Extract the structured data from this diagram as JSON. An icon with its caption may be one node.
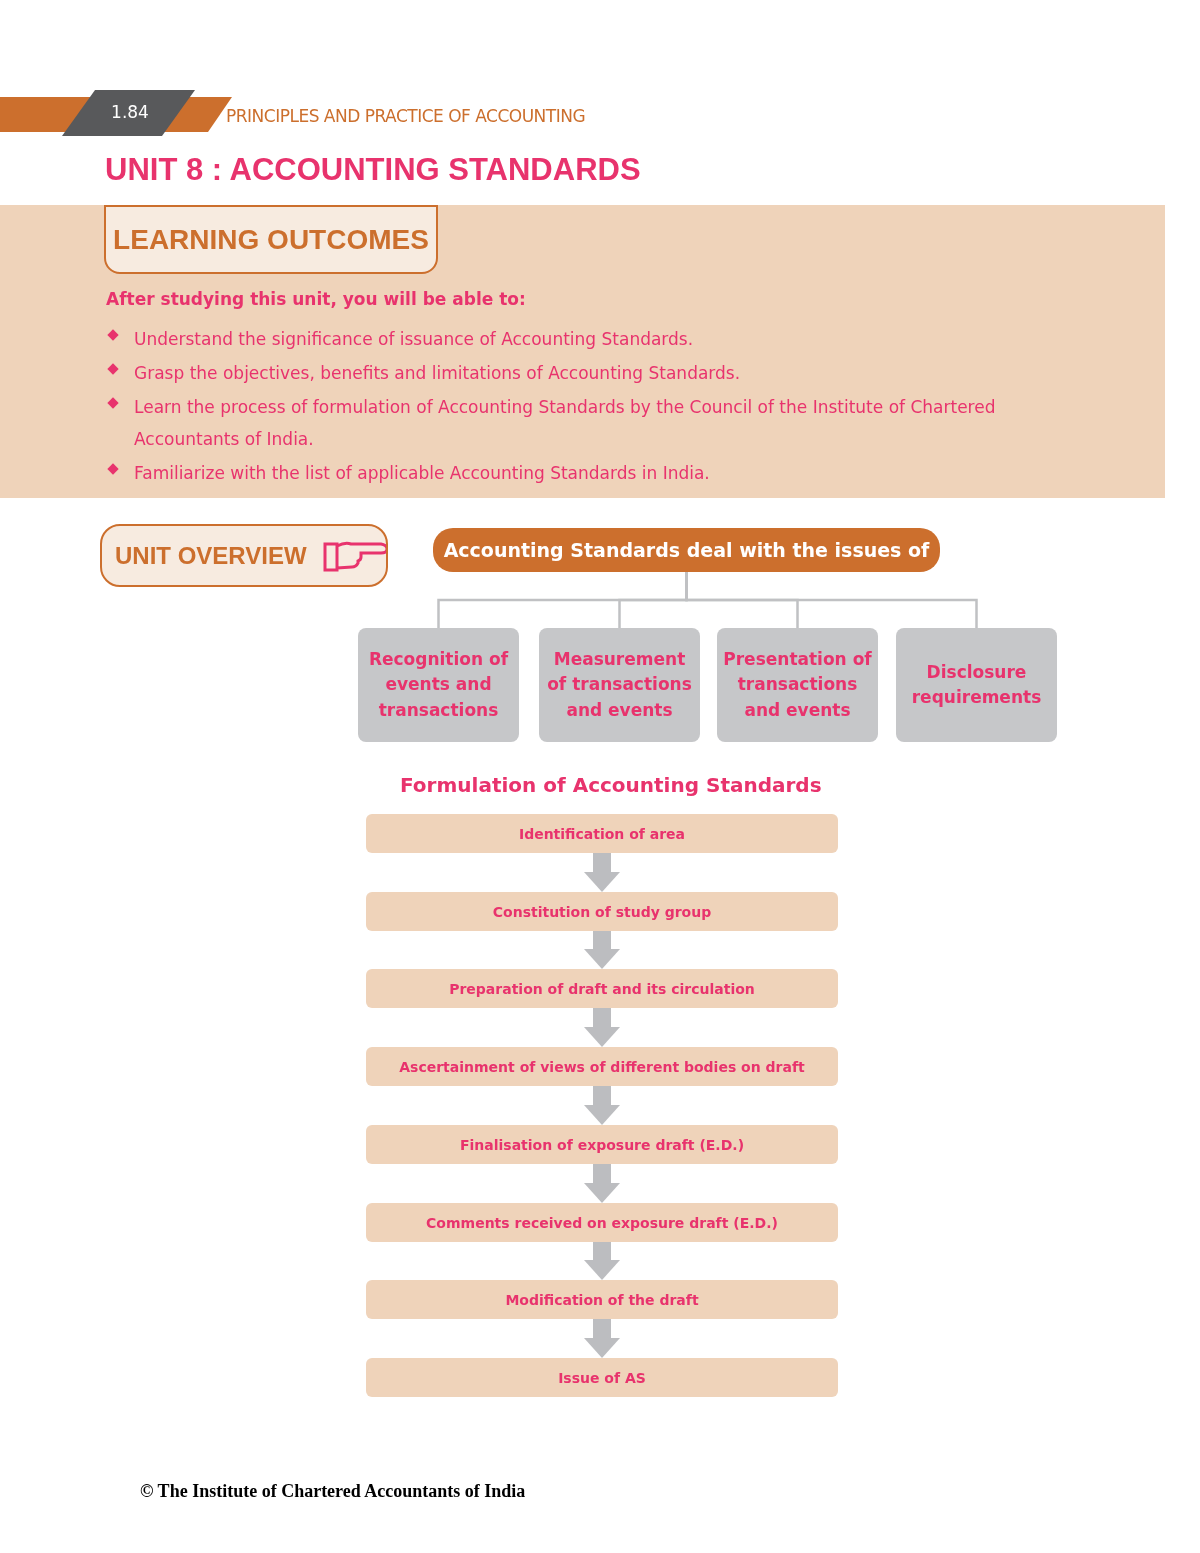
{
  "diagram": {
    "title": "UNIT 8 : ACCOUNTING STANDARDS",
    "nodes": [
      {
        "text": [
          "After studying this unit, you will be able to:",
          "Understand the significance of issuance of Accounting Standards.",
          "Grasp the objectives, benefits and limitations of Accounting Standards.",
          "Learn the process of formulation of Accounting Standards by the Council of the Institute of Chartered Accountants of India.",
          "Familiarize with the list of applicable Accounting Standards in India."
        ]
      },
      {
        "text": [
          "LEARNING OUTCOMES"
        ],
        "in": 0
      },
      {
        "text": [
          "UNIT OVERVIEW"
        ]
      },
      {
        "text": [
          "Accounting Standards deal with the issues of"
        ]
      },
      {
        "text": [
          "Recognition of events and transactions"
        ]
      },
      {
        "text": [
          "Measurement of transactions and events"
        ]
      },
      {
        "text": [
          "Presentation of transactions and events"
        ]
      },
      {
        "text": [
          "Disclosure requirements"
        ]
      },
      {
        "text": [
          "Identification of area"
        ]
      },
      {
        "text": [
          "Constitution of study group"
        ]
      },
      {
        "text": [
          "Preparation of draft and its circulation"
        ]
      },
      {
        "text": [
          "Ascertainment of views of different bodies on draft"
        ]
      },
      {
        "text": [
          "Finalisation of exposure draft (E.D.)"
        ]
      },
      {
        "text": [
          "Comments received on exposure draft  (E.D.)"
        ]
      },
      {
        "text": [
          "Modification of the draft"
        ]
      },
      {
        "text": [
          "Issue of AS"
        ]
      }
    ],
    "edges": [
      {
        "from": 3,
        "to": 4,
        "arrow": "none"
      },
      {
        "from": 3,
        "to": 5,
        "arrow": "none"
      },
      {
        "from": 3,
        "to": 6,
        "arrow": "none"
      },
      {
        "from": 3,
        "to": 7,
        "arrow": "none"
      },
      {
        "from": 8,
        "to": 9,
        "arrow": "to"
      },
      {
        "from": 9,
        "to": 10,
        "arrow": "to"
      },
      {
        "from": 10,
        "to": 11,
        "arrow": "to"
      },
      {
        "from": 11,
        "to": 12,
        "arrow": "to"
      },
      {
        "from": 12,
        "to": 13,
        "arrow": "to"
      },
      {
        "from": 13,
        "to": 14,
        "arrow": "to"
      },
      {
        "from": 14,
        "to": 15,
        "arrow": "to"
      }
    ],
    "labels": [
      "1.84",
      "PRINCIPLES AND PRACTICE OF ACCOUNTING",
      "Formulation of Accounting Standards",
      "© The Institute of Chartered Accountants of India"
    ]
  }
}
